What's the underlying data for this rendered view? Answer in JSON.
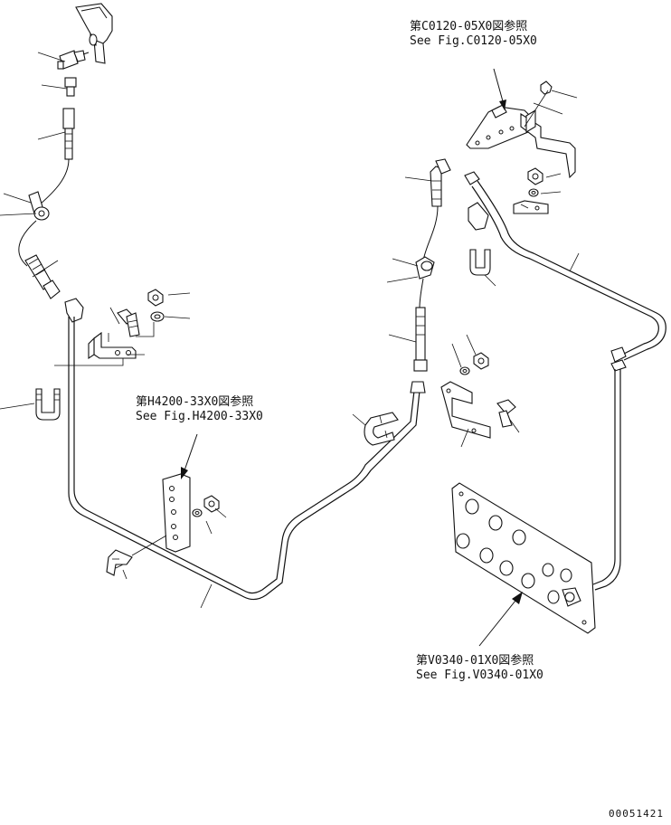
{
  "references": {
    "c0120": {
      "line1": "第C0120-05X0図参照",
      "line2": "See Fig.C0120-05X0"
    },
    "h4200": {
      "line1": "第H4200-33X0図参照",
      "line2": "See Fig.H4200-33X0"
    },
    "v0340": {
      "line1": "第V0340-01X0図参照",
      "line2": "See Fig.V0340-01X0"
    }
  },
  "drawing_number": "00051421"
}
